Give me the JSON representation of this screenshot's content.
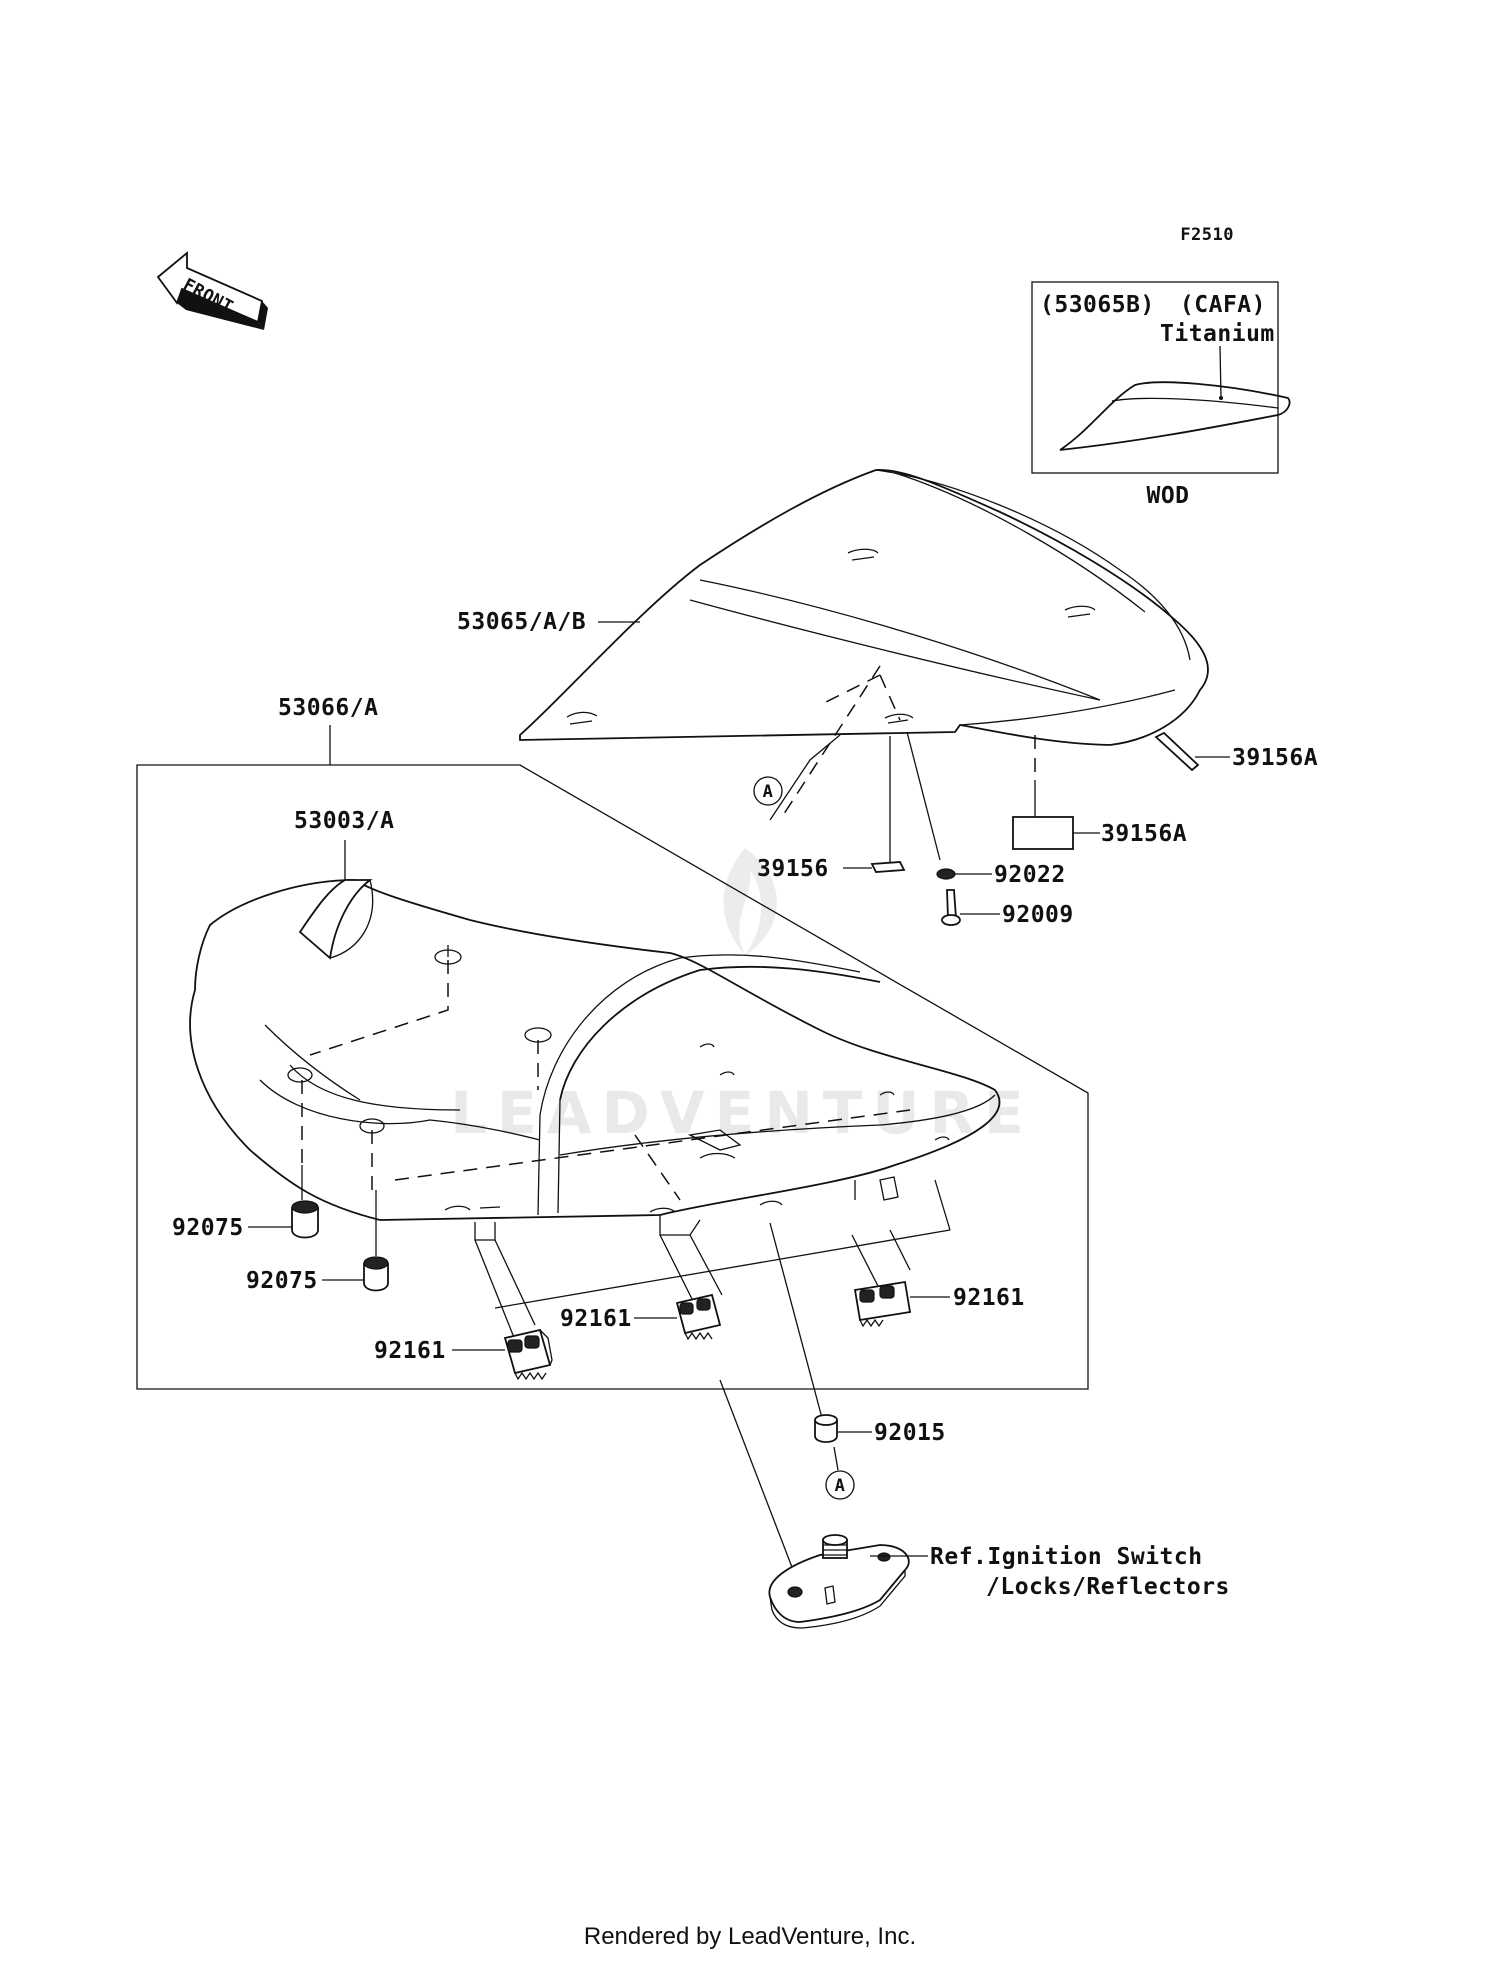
{
  "figure_code": "F2510",
  "front_label": "FRONT",
  "inset": {
    "part": "(53065B)",
    "color_code": "(CAFA)",
    "color_name": "Titanium",
    "caption": "WOD"
  },
  "callouts": {
    "seat_cover": "53065/A/B",
    "seat_assy": "53066/A",
    "seat_pad": "53003/A",
    "rubber_front": "92075",
    "rubber_rear": "92075",
    "damper_left": "92161",
    "damper_mid": "92161",
    "damper_right": "92161",
    "bolt_92022": "92022",
    "bolt_92009": "92009",
    "collar_92015": "92015",
    "tape_39156": "39156",
    "tape_39156a_top": "39156A",
    "tape_39156a_bottom": "39156A",
    "ref_point_top": "A",
    "ref_point_bottom": "A",
    "ref_ignition_line1": "Ref.Ignition Switch",
    "ref_ignition_line2": "/Locks/Reflectors"
  },
  "watermark": "LEADVENTURE",
  "footer": "Rendered by LeadVenture, Inc.",
  "colors": {
    "ink": "#111111",
    "background": "#ffffff",
    "watermark": "#e9e9e9"
  }
}
